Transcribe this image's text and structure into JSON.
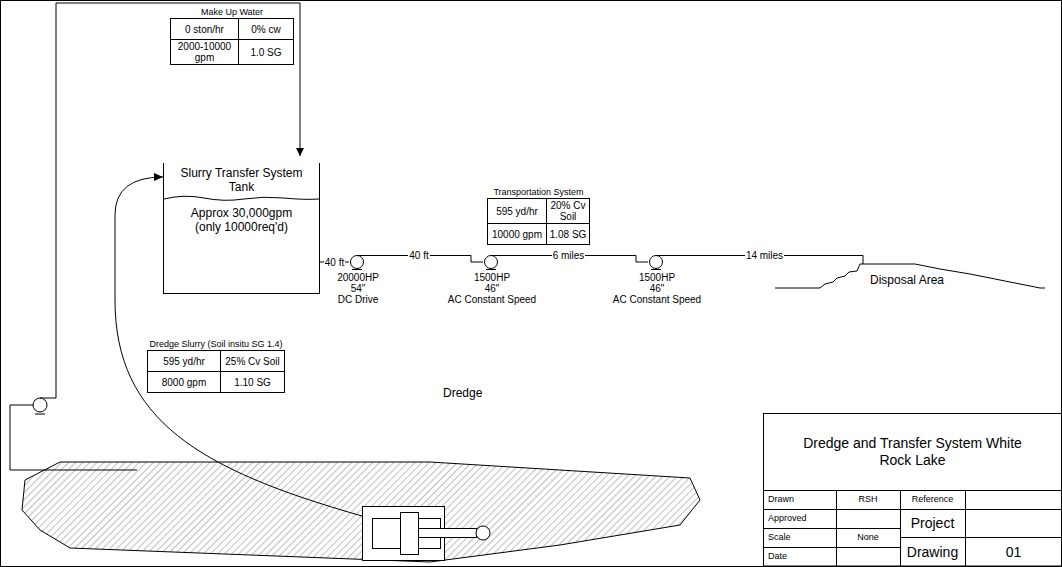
{
  "diagram": {
    "title": "Dredge and Transfer System White Rock Lake",
    "nodes": [
      {
        "text": [
          "Make Up Water",
          "0 ston/hr",
          "0% cw",
          "2000-10000 gpm",
          "1.0 SG"
        ]
      },
      {
        "text": [
          "Slurry Transfer System Tank",
          "Approx 30,000gpm (only 10000req'd)"
        ]
      },
      {
        "text": [
          "Transportation System",
          "595 yd/hr",
          "20% Cv Soil",
          "10000 gpm",
          "1.08 SG"
        ]
      },
      {
        "text": [
          "20000HP",
          "54\"",
          "DC Drive"
        ]
      },
      {
        "text": [
          "1500HP",
          "46\"",
          "AC Constant Speed"
        ]
      },
      {
        "text": [
          "1500HP",
          "46\"",
          "AC Constant Speed"
        ]
      },
      {
        "text": [
          "Disposal Area"
        ]
      },
      {
        "text": [
          "Dredge Slurry (Soil insitu SG 1.4)",
          "595 yd/hr",
          "25% Cv Soil",
          "8000 gpm",
          "1.10 SG"
        ]
      },
      {
        "text": [
          "Dredge"
        ]
      }
    ],
    "edges": [
      {
        "from": 1,
        "to": 3,
        "label": "40 ft",
        "arrow": "none"
      },
      {
        "from": 3,
        "to": 4,
        "label": "40 ft",
        "arrow": "none"
      },
      {
        "from": 4,
        "to": 5,
        "label": "6 miles",
        "arrow": "none"
      },
      {
        "from": 5,
        "to": 6,
        "label": "14 miles",
        "arrow": "none"
      },
      {
        "from": 8,
        "to": 1,
        "arrow": "to"
      }
    ],
    "labels": [
      "Drawn",
      "RSH",
      "Reference",
      "Approved",
      "Project",
      "Scale",
      "None",
      "Date",
      "Drawing",
      "01"
    ]
  }
}
